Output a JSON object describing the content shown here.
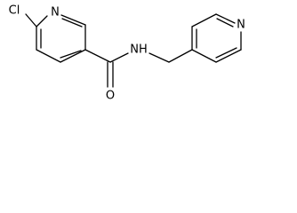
{
  "molecule": {
    "atoms": {
      "chlorine": "Cl",
      "pyridine_left_nitrogen": "N",
      "amide_oxygen": "O",
      "amide_nitrogen_hydrogen": "NH",
      "pyridine_right_nitrogen": "N"
    },
    "colors": {
      "bond": "#000000",
      "label": "#000000",
      "background": "#ffffff"
    }
  }
}
